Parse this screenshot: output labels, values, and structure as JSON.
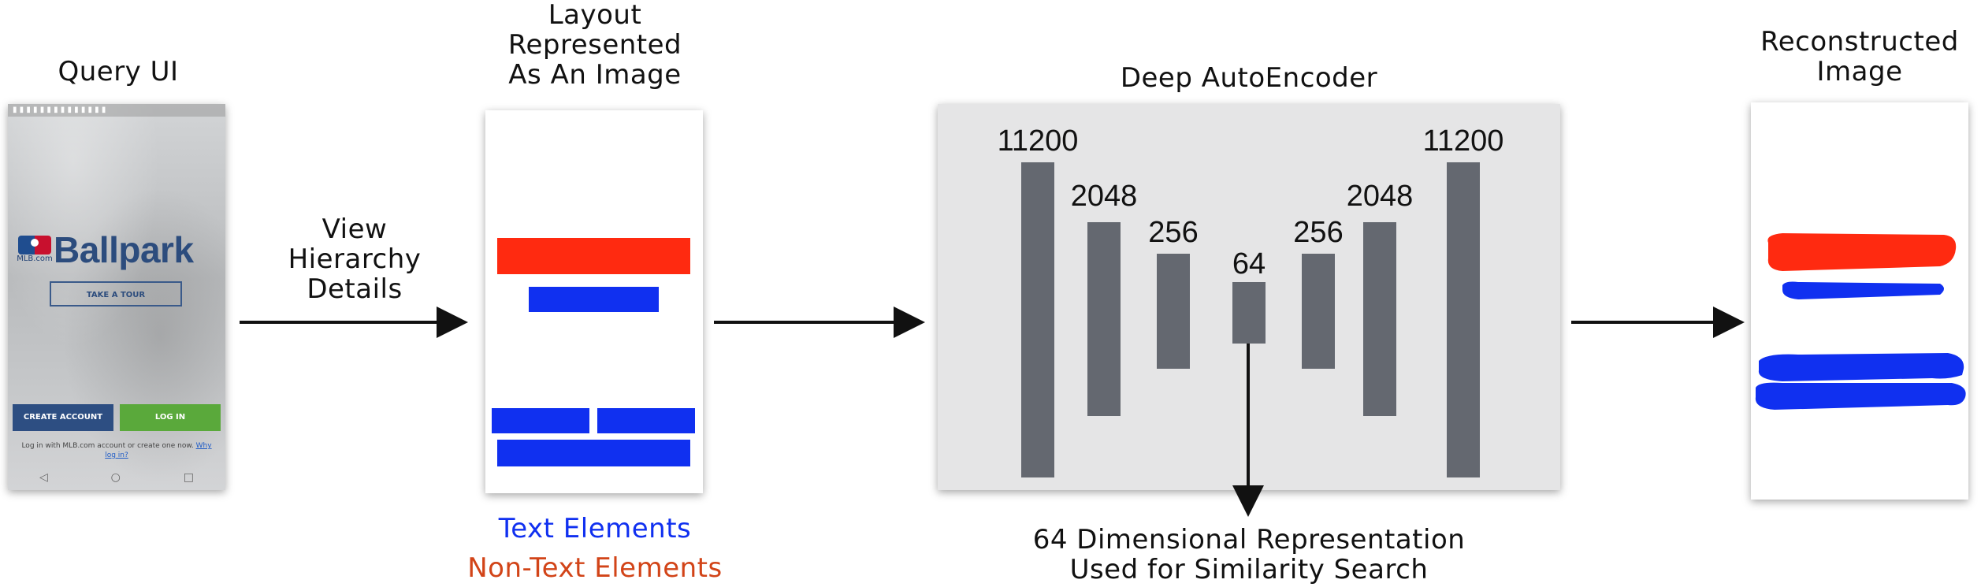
{
  "labels": {
    "query_ui": "Query UI",
    "layout_image": [
      "Layout",
      "Represented",
      "As An Image"
    ],
    "view_hierarchy": [
      "View",
      "Hierarchy",
      "Details"
    ],
    "deep_autoencoder": "Deep AutoEncoder",
    "reconstructed_image": [
      "Reconstructed",
      "Image"
    ],
    "representation": [
      "64 Dimensional Representation",
      "Used for Similarity Search"
    ]
  },
  "legend": {
    "text_elements": "Text Elements",
    "non_text_elements": "Non-Text Elements"
  },
  "phone": {
    "brand_name": "Ballpark",
    "mlb_label": "MLB.com",
    "tour_button": "TAKE A TOUR",
    "create_account_button": "CREATE ACCOUNT",
    "login_button": "LOG IN",
    "footnote_text": "Log in with MLB.com account or create one now.",
    "footnote_link": "Why log in?"
  },
  "autoencoder": {
    "layers": [
      11200,
      2048,
      256,
      64,
      256,
      2048,
      11200
    ]
  },
  "colors": {
    "text_element": "#1030f0",
    "non_text_element": "#ff2a10",
    "layer_bar": "#646870",
    "autoencoder_bg": "#e5e5e6",
    "legend_non_text": "#d24418"
  }
}
